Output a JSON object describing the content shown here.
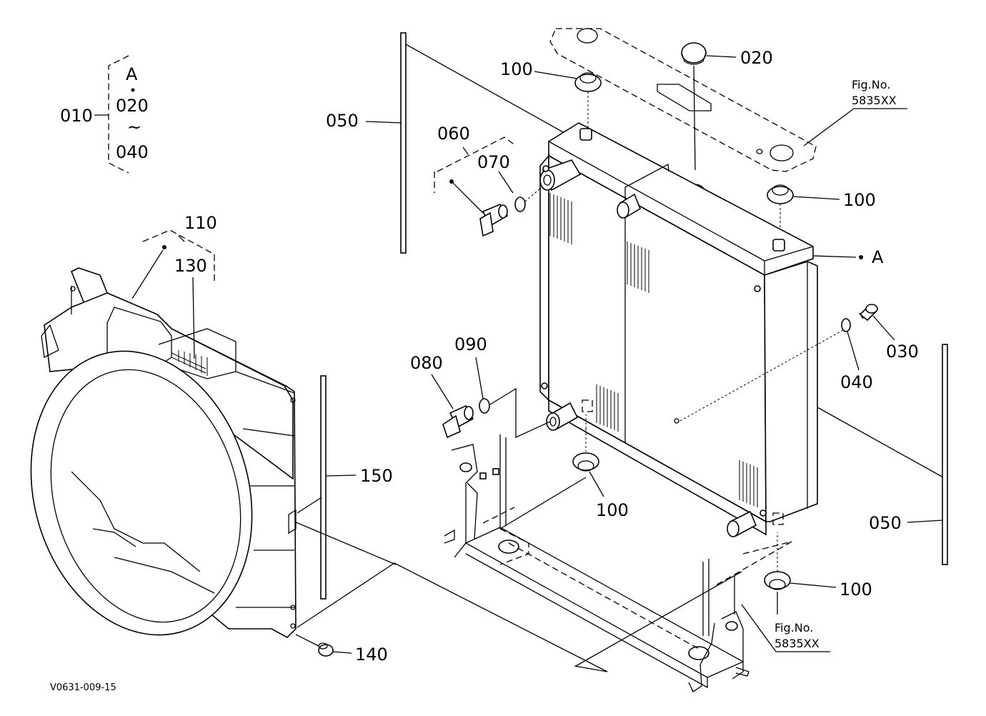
{
  "labels": {
    "a_key": "A",
    "key_020": "020",
    "tilde": "~",
    "key_040": "040",
    "p010": "010",
    "p110": "110",
    "p130": "130",
    "p050_top": "050",
    "p060": "060",
    "p070": "070",
    "p100_top_left": "100",
    "p020": "020",
    "fig_top_line1": "Fig.No.",
    "fig_top_line2": "5835XX",
    "p100_right": "100",
    "a_right": "A",
    "p030": "030",
    "p040": "040",
    "p080": "080",
    "p090": "090",
    "p150": "150",
    "p100_mid": "100",
    "p050_right": "050",
    "p100_bottom": "100",
    "fig_bottom_line1": "Fig.No.",
    "fig_bottom_line2": "5835XX",
    "p140": "140",
    "drawing_code": "V0631-009-15"
  }
}
